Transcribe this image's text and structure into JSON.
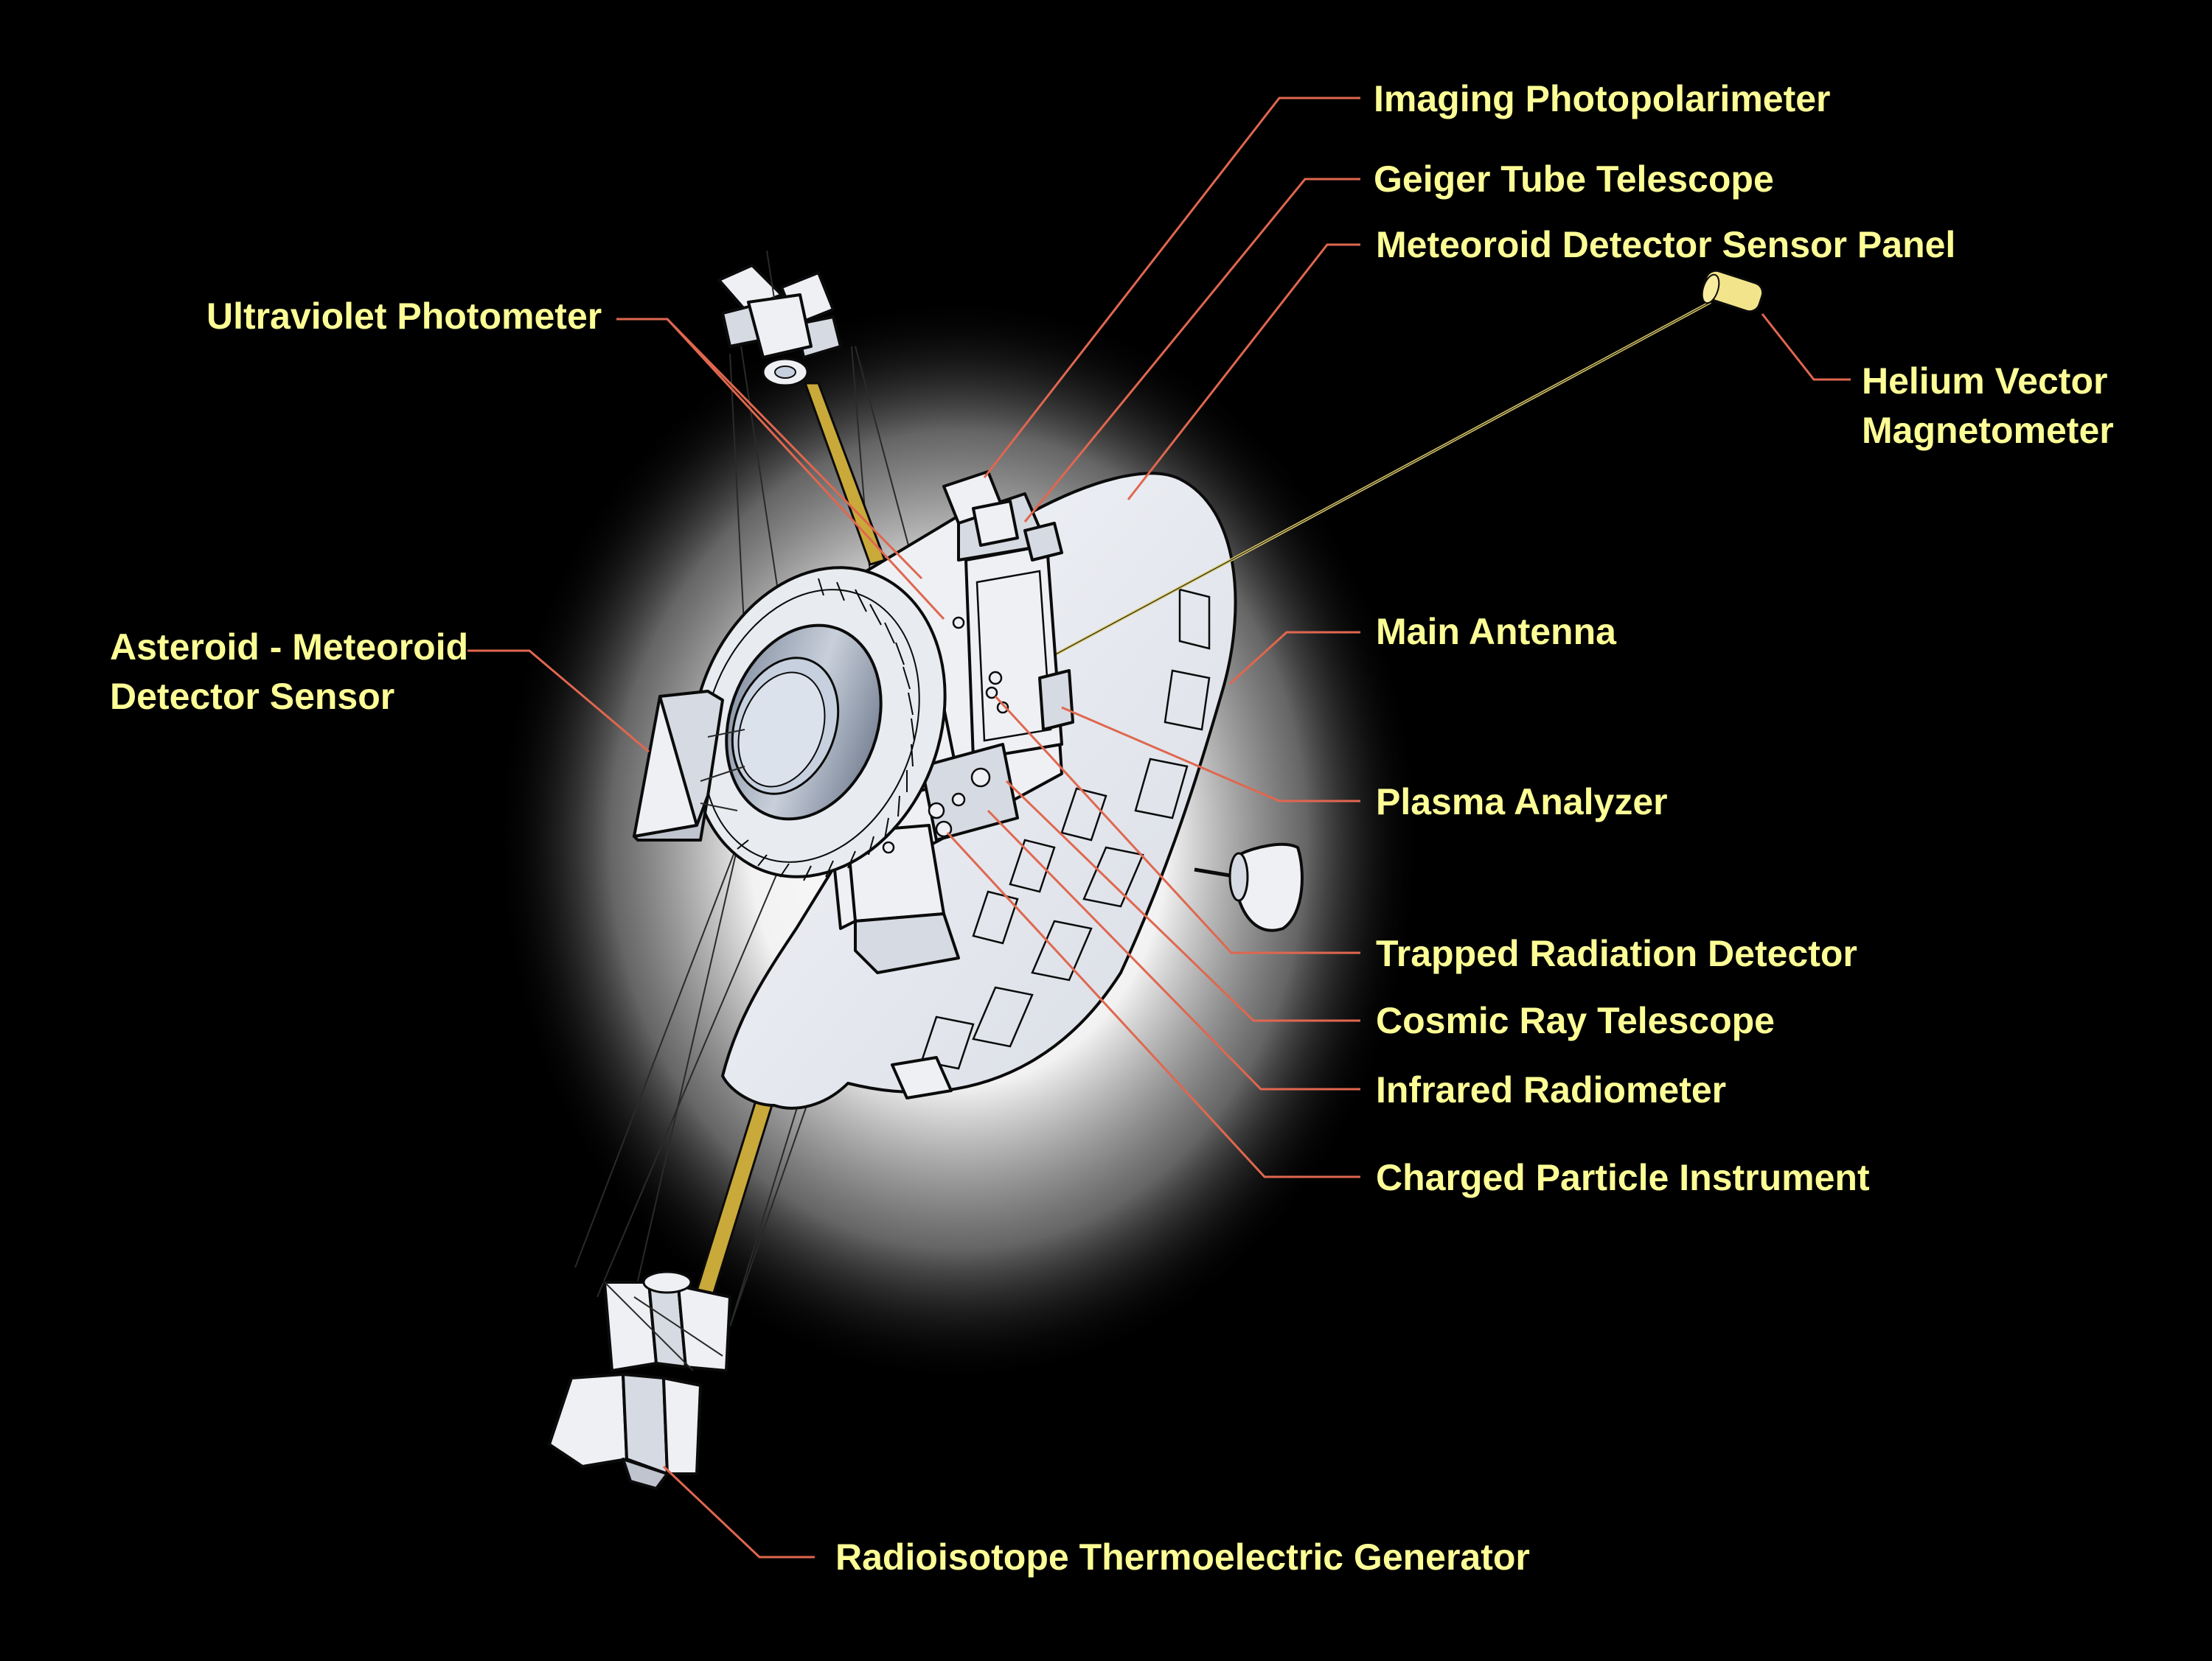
{
  "colors": {
    "background": "#000000",
    "label_text": "#fdfd96",
    "leader_lines": "#e0674f",
    "boom": "#c9a93a",
    "spacecraft_body": "#eef0f4",
    "glow": "#ffffff"
  },
  "labels": {
    "imaging_photopolarimeter": "Imaging Photopolarimeter",
    "geiger_tube_telescope": "Geiger Tube Telescope",
    "meteoroid_detector_sensor_panel": "Meteoroid Detector Sensor Panel",
    "ultraviolet_photometer": "Ultraviolet Photometer",
    "helium_vector_magnetometer": [
      "Helium Vector",
      "Magnetometer"
    ],
    "asteroid_meteoroid_detector_sensor": [
      "Asteroid - Meteoroid",
      "Detector Sensor"
    ],
    "main_antenna": "Main Antenna",
    "plasma_analyzer": "Plasma Analyzer",
    "trapped_radiation_detector": "Trapped Radiation Detector",
    "cosmic_ray_telescope": "Cosmic Ray Telescope",
    "infrared_radiometer": "Infrared Radiometer",
    "charged_particle_instrument": "Charged Particle Instrument",
    "radioisotope_thermoelectric_generator": "Radioisotope Thermoelectric Generator"
  }
}
